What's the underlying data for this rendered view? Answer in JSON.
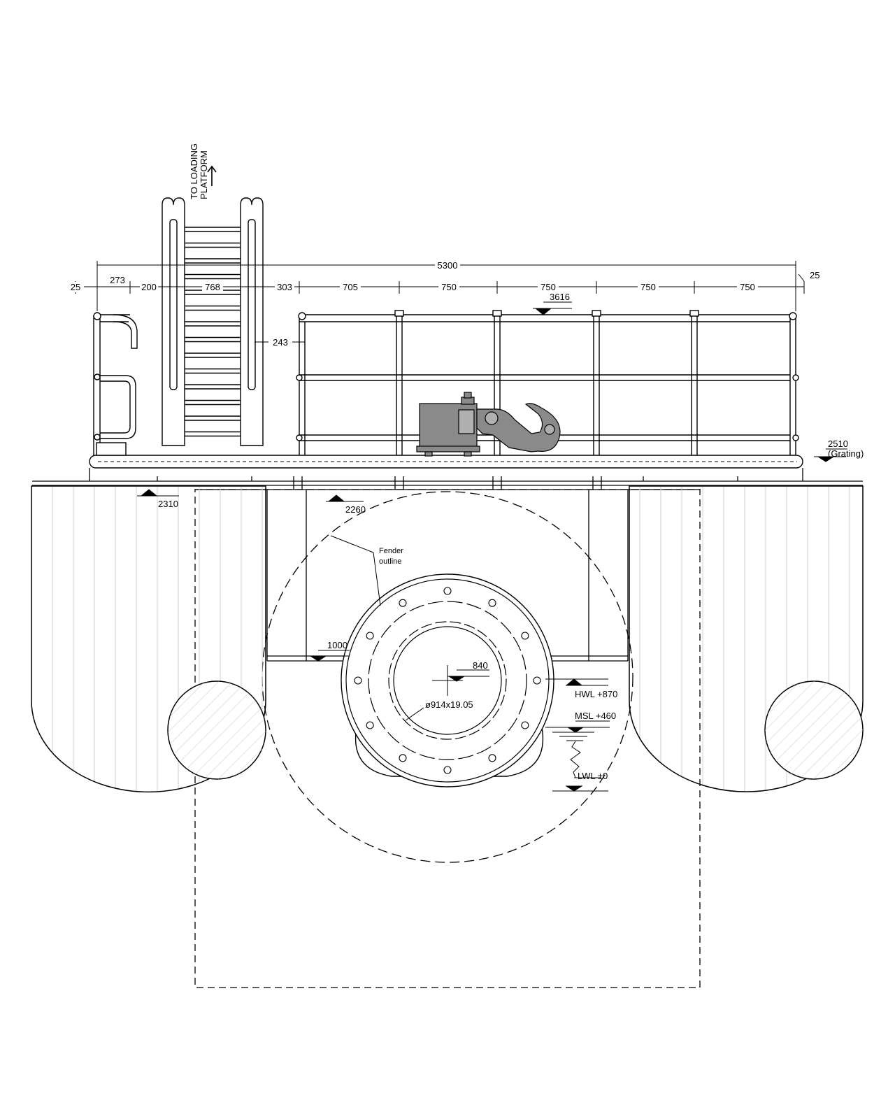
{
  "drawing": {
    "access_note_line1": "TO LOADING",
    "access_note_line2": "PLATFORM",
    "dimensions": {
      "overall": "5300",
      "d_25_left": "25",
      "d_273": "273",
      "d_200": "200",
      "d_768": "768",
      "d_303": "303",
      "d_705": "705",
      "d_750_a": "750",
      "d_750_b": "750",
      "d_750_c": "750",
      "d_750_d": "750",
      "d_25_right": "25",
      "d_243": "243"
    },
    "levels": {
      "rail_top": "3616",
      "grating": "2510",
      "grating_note": "(Grating)",
      "fender_top_left": "2310",
      "frame_top": "2260",
      "beam_level": "1000",
      "pile_center": "840",
      "hwl": "HWL +870",
      "msl": "MSL +460",
      "lwl": "LWL ±0"
    },
    "labels": {
      "fender_line1": "Fender",
      "fender_line2": "outline",
      "pile_size": "ø914x19.05"
    }
  }
}
